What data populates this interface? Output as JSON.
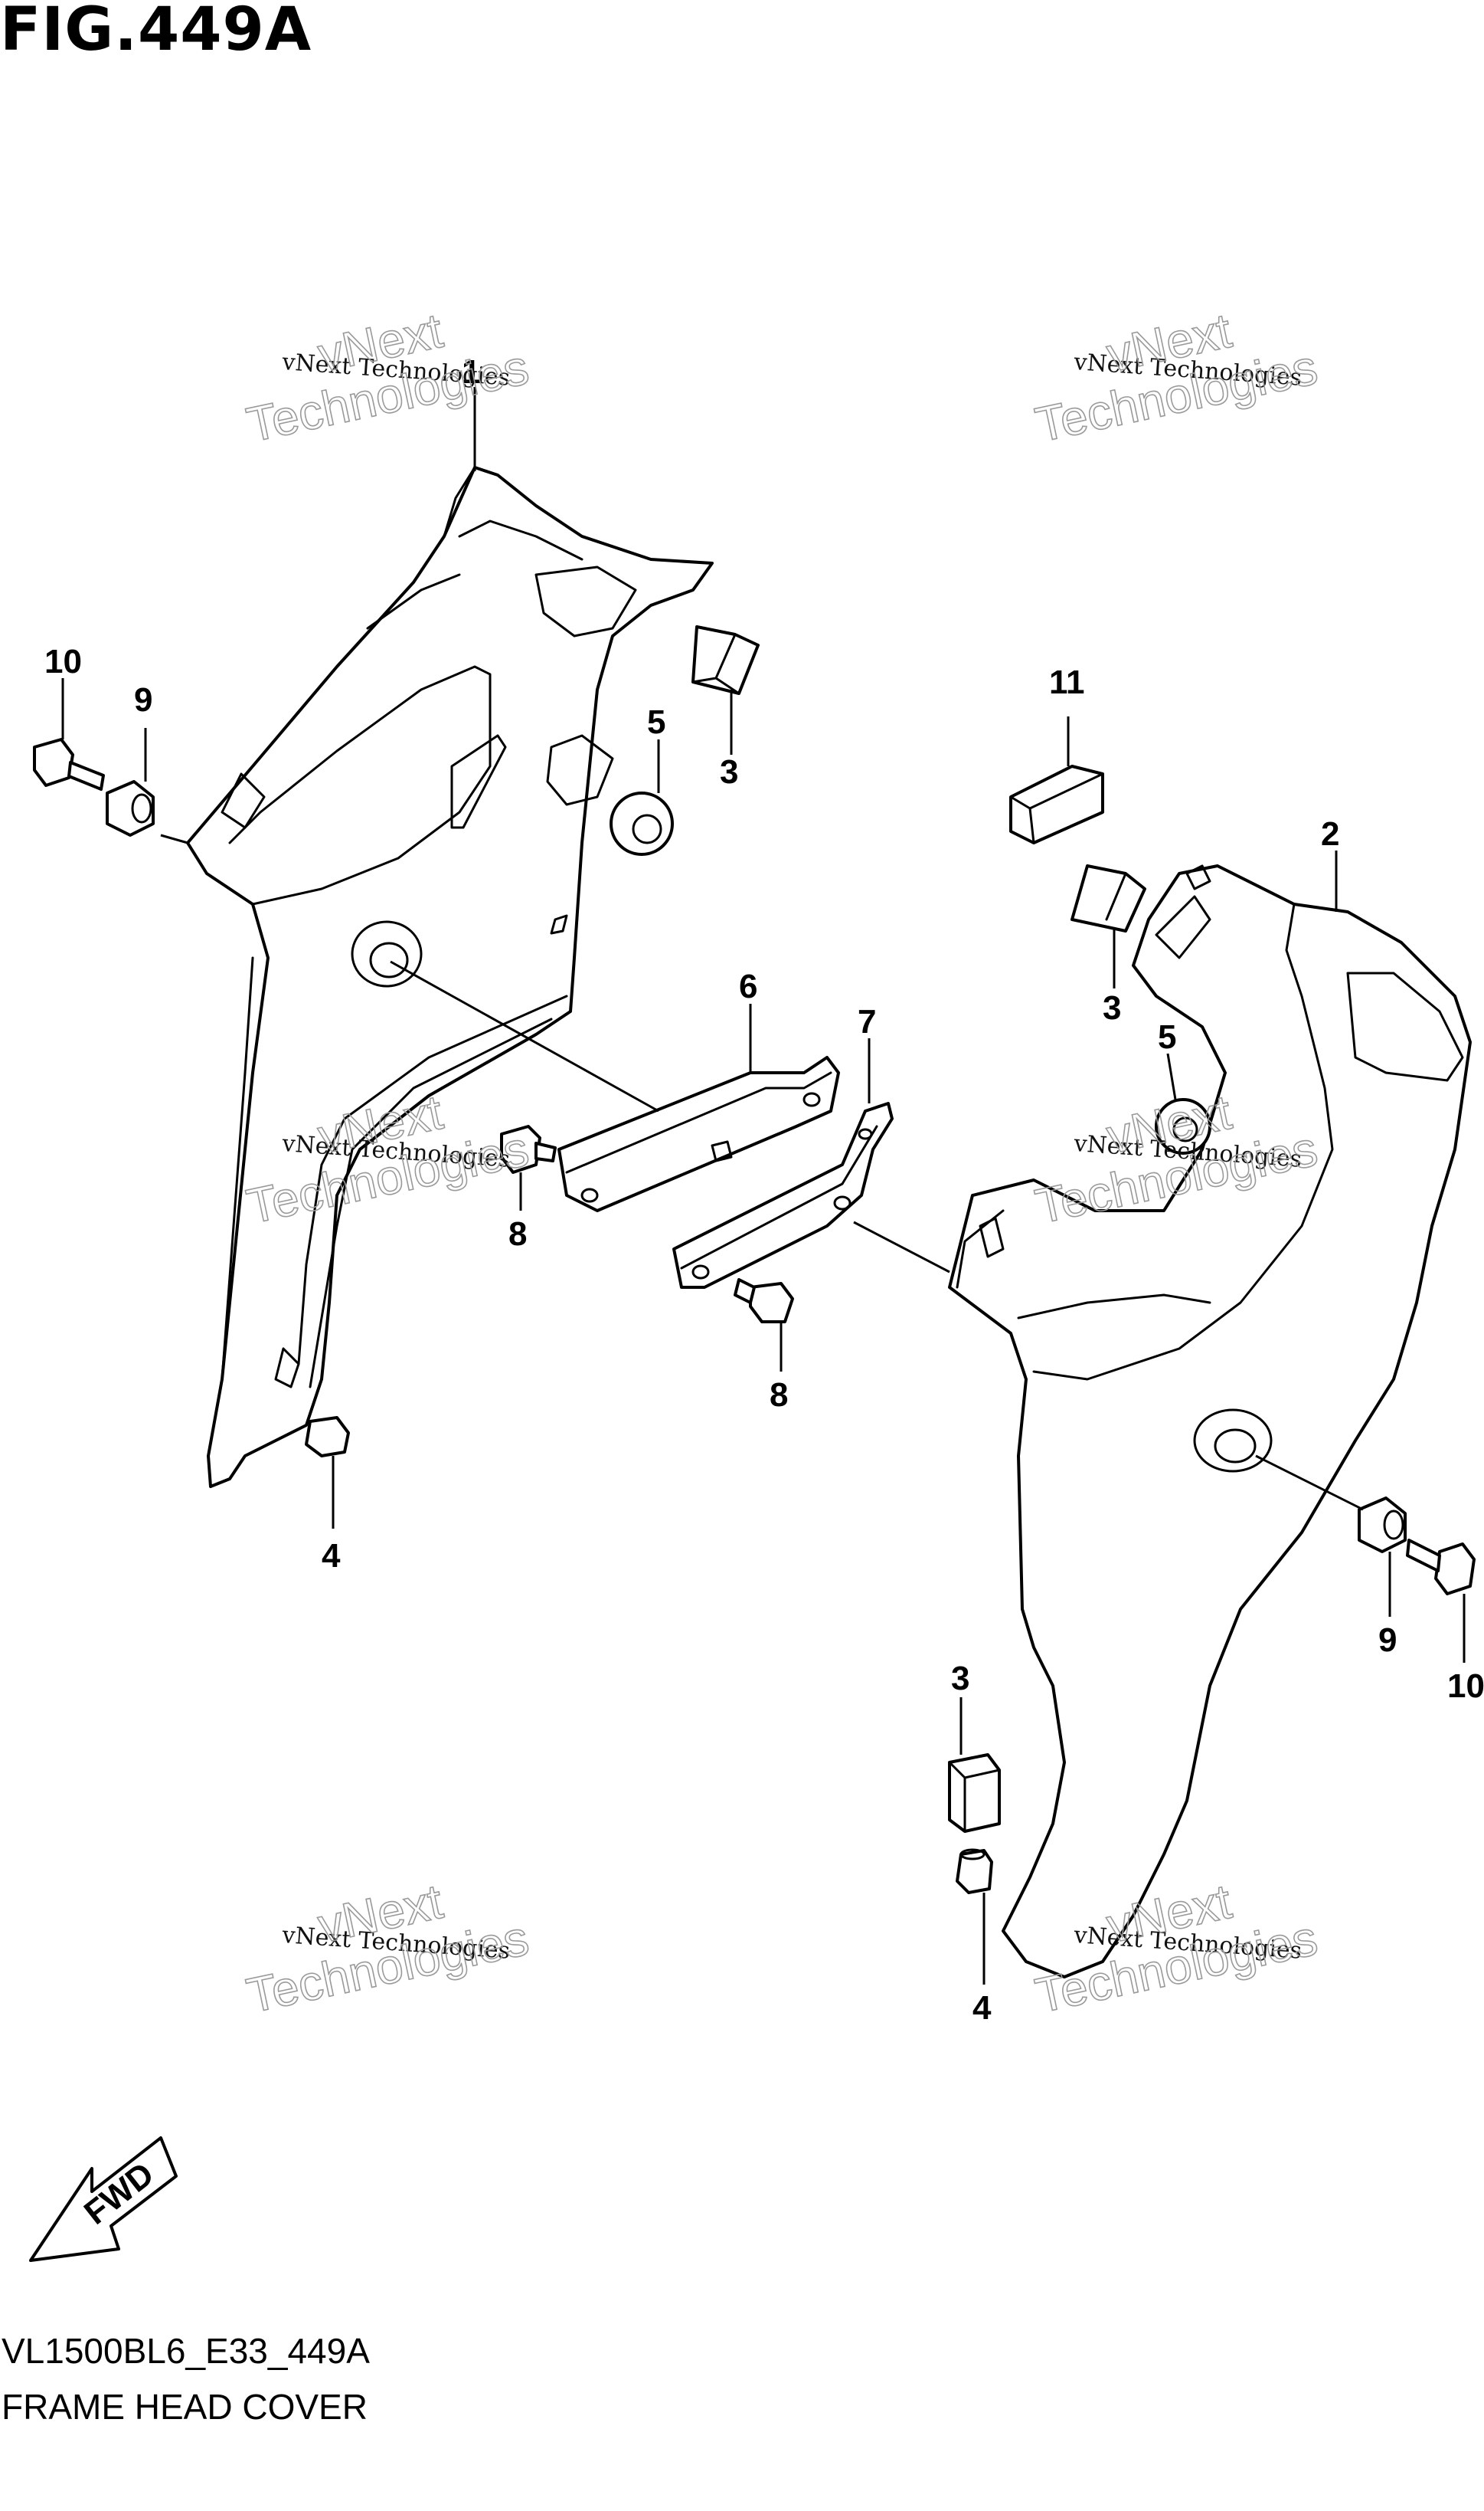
{
  "figure": {
    "title": "FIG.449A",
    "model_code": "VL1500BL6_E33_449A",
    "caption": "FRAME HEAD COVER"
  },
  "fwd_symbol": {
    "label": "FWD"
  },
  "watermark": {
    "line_small": "vNext Technologies",
    "line_big": "vNext\nTechnologies"
  },
  "callouts": [
    {
      "id": "c1",
      "label": "1"
    },
    {
      "id": "c2",
      "label": "2"
    },
    {
      "id": "c3a",
      "label": "3"
    },
    {
      "id": "c3b",
      "label": "3"
    },
    {
      "id": "c3c",
      "label": "3"
    },
    {
      "id": "c4a",
      "label": "4"
    },
    {
      "id": "c4b",
      "label": "4"
    },
    {
      "id": "c5a",
      "label": "5"
    },
    {
      "id": "c5b",
      "label": "5"
    },
    {
      "id": "c6",
      "label": "6"
    },
    {
      "id": "c7",
      "label": "7"
    },
    {
      "id": "c8a",
      "label": "8"
    },
    {
      "id": "c8b",
      "label": "8"
    },
    {
      "id": "c9a",
      "label": "9"
    },
    {
      "id": "c9b",
      "label": "9"
    },
    {
      "id": "c10a",
      "label": "10"
    },
    {
      "id": "c10b",
      "label": "10"
    },
    {
      "id": "c11",
      "label": "11"
    }
  ]
}
